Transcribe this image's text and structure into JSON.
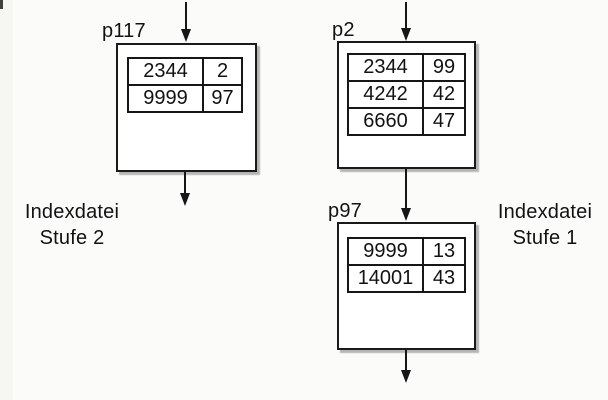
{
  "diagram": {
    "background_color": "#fbfbfa",
    "line_color": "#161616",
    "box_fill_color": "#ffffff",
    "shadow_color": "#b6b6b6",
    "left_caption": {
      "line1": "Indexdatei",
      "line2": "Stufe 2"
    },
    "right_caption": {
      "line1": "Indexdatei",
      "line2": "Stufe 1"
    }
  },
  "nodes": [
    {
      "id": "p117",
      "label": "p117",
      "level": "Stufe 2",
      "rows": [
        [
          "2344",
          "2"
        ],
        [
          "9999",
          "97"
        ]
      ]
    },
    {
      "id": "p2",
      "label": "p2",
      "level": "Stufe 1",
      "rows": [
        [
          "2344",
          "99"
        ],
        [
          "4242",
          "42"
        ],
        [
          "6660",
          "47"
        ]
      ]
    },
    {
      "id": "p97",
      "label": "p97",
      "level": "Stufe 1",
      "rows": [
        [
          "9999",
          "13"
        ],
        [
          "14001",
          "43"
        ]
      ]
    }
  ],
  "arrows": [
    {
      "name": "arrow-into-p117"
    },
    {
      "name": "arrow-into-p2"
    },
    {
      "name": "arrow-out-of-p117"
    },
    {
      "name": "arrow-p2-to-p97"
    },
    {
      "name": "arrow-out-of-p97"
    }
  ]
}
